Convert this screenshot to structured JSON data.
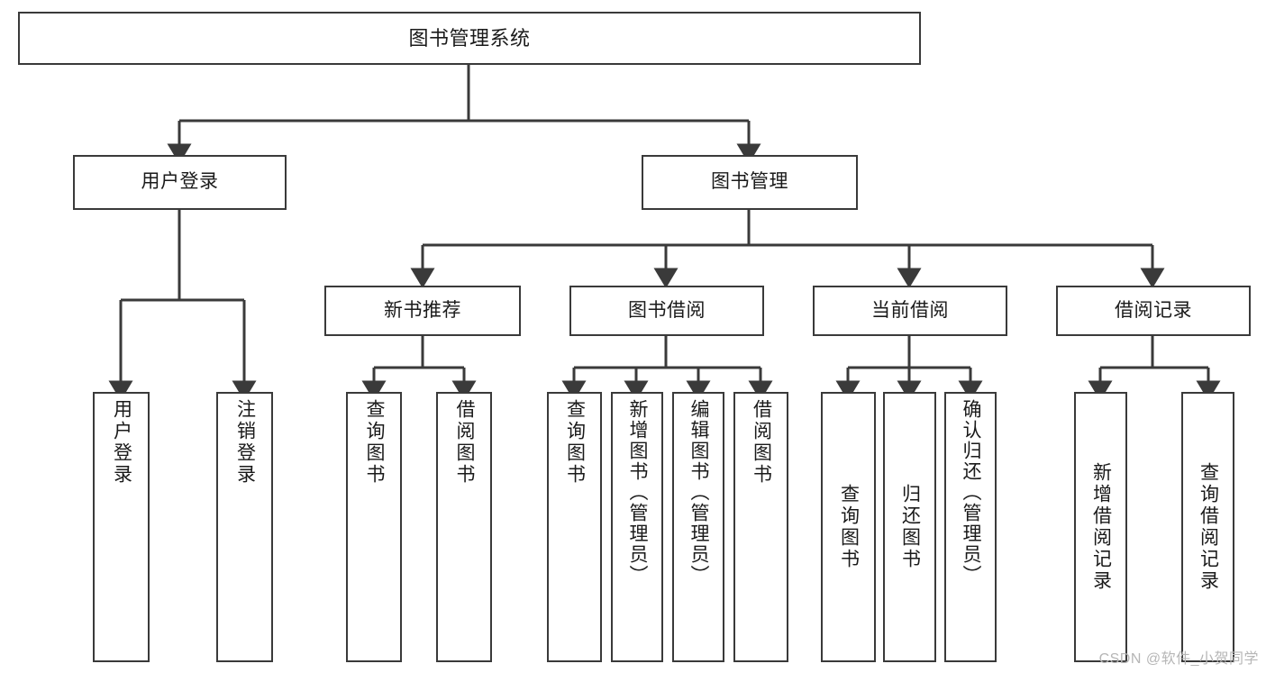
{
  "diagram": {
    "type": "tree-hierarchy",
    "title": "图书管理系统",
    "colors": {
      "border": "#3a3a3a",
      "background": "#ffffff",
      "text": "#1a1a1a",
      "connector": "#3a3a3a",
      "watermark": "#b6b6b6"
    },
    "root": {
      "label": "图书管理系统"
    },
    "level2": [
      {
        "label": "用户登录"
      },
      {
        "label": "图书管理"
      }
    ],
    "level3": [
      {
        "label": "新书推荐"
      },
      {
        "label": "图书借阅"
      },
      {
        "label": "当前借阅"
      },
      {
        "label": "借阅记录"
      }
    ],
    "leaves": {
      "user_login": [
        {
          "label": "用户登录"
        },
        {
          "label": "注销登录"
        }
      ],
      "new_book": [
        {
          "label": "查询图书"
        },
        {
          "label": "借阅图书"
        }
      ],
      "book_borrow": [
        {
          "label": "查询图书"
        },
        {
          "label": "新增图书（管理员）"
        },
        {
          "label": "编辑图书（管理员）"
        },
        {
          "label": "借阅图书"
        }
      ],
      "current_borrow": [
        {
          "label": "查询图书"
        },
        {
          "label": "归还图书"
        },
        {
          "label": "确认归还（管理员）"
        }
      ],
      "borrow_record": [
        {
          "label": "新增借阅记录"
        },
        {
          "label": "查询借阅记录"
        }
      ]
    }
  },
  "watermark": {
    "text": "CSDN @软件_小贺同学"
  }
}
